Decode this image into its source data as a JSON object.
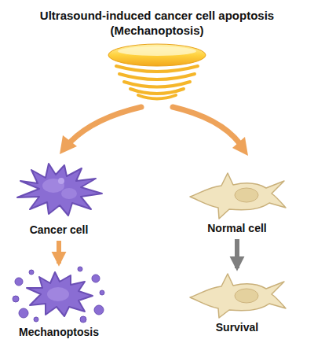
{
  "diagram": {
    "title": "Ultrasound-induced cancer cell apoptosis (Mechanoptosis)",
    "nodes": [
      {
        "text": [
          "Cancer cell"
        ]
      },
      {
        "text": [
          "Normal cell"
        ]
      },
      {
        "text": [
          "Mechanoptosis"
        ]
      },
      {
        "text": [
          "Survival"
        ]
      }
    ],
    "edges": [
      {
        "from": 0,
        "to": 2,
        "arrow": "to"
      },
      {
        "from": 1,
        "to": 3,
        "arrow": "to"
      }
    ]
  }
}
